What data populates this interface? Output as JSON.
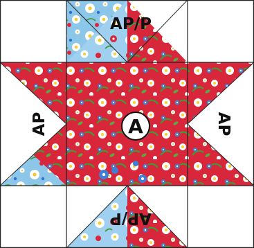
{
  "block": {
    "labels": {
      "top": "AP/P",
      "bottom": "AP/P",
      "left": "AP",
      "right": "AP",
      "center": "A"
    },
    "fabrics": {
      "background": "#ffffff",
      "red_print": "#d8273a",
      "blue_print": "#8cc7ea",
      "seam_line": "#222222"
    }
  }
}
